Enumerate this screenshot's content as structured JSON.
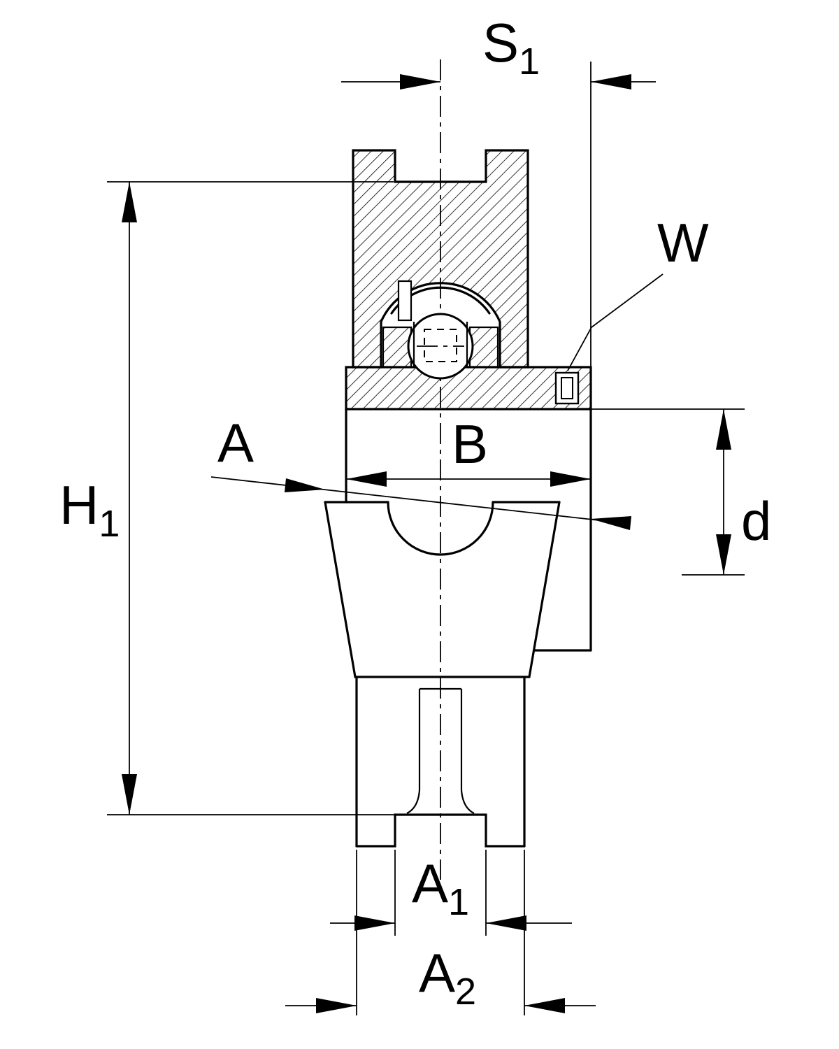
{
  "drawing": {
    "description": "Technical cross-section drawing of a take-up bearing unit with dimension callouts",
    "colors": {
      "line": "#000000",
      "background": "#ffffff"
    },
    "labels": {
      "s1": {
        "main": "S",
        "sub": "1"
      },
      "w": {
        "main": "W",
        "sub": ""
      },
      "h1": {
        "main": "H",
        "sub": "1"
      },
      "a": {
        "main": "A",
        "sub": ""
      },
      "b": {
        "main": "B",
        "sub": ""
      },
      "d": {
        "main": "d",
        "sub": ""
      },
      "a1": {
        "main": "A",
        "sub": "1"
      },
      "a2": {
        "main": "A",
        "sub": "2"
      }
    }
  }
}
